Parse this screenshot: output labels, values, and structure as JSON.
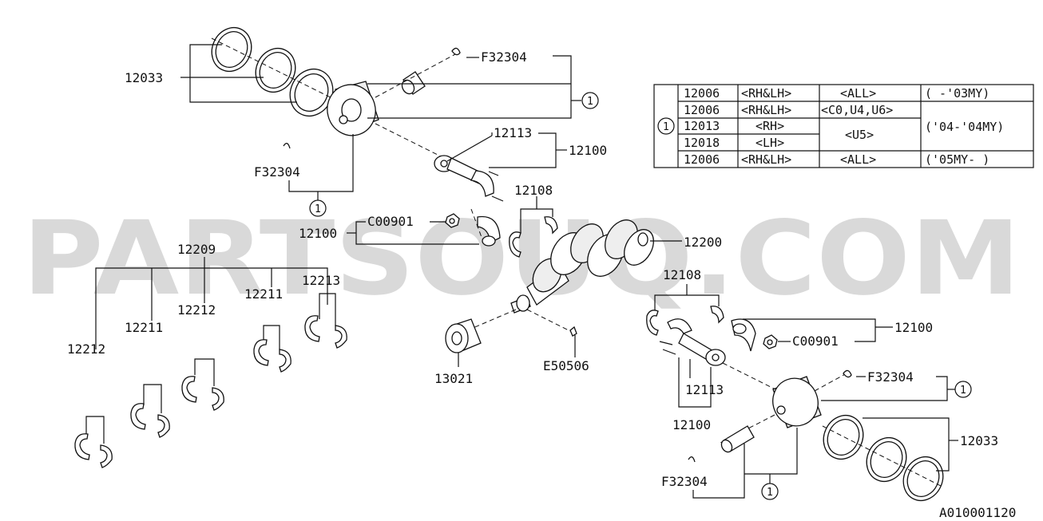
{
  "watermark": "PARTSOUQ.COM",
  "figure_code": "A010001120",
  "callout": "1",
  "labels": {
    "rings_top": "12033",
    "pin_clip_top": "F32304",
    "pin_clip_top_left": "F32304",
    "rod_bolt": "12113",
    "rod_assy_top": "12100",
    "rod_bearing_top": "12108",
    "rod_nut_top": "C00901",
    "rod_assy_mid": "12100",
    "crankshaft": "12200",
    "main_bearing_set": "12209",
    "main_bearing_a": "12212",
    "main_bearing_b": "12211",
    "main_bearing_c": "12212",
    "main_bearing_d": "12211",
    "main_bearing_e": "12213",
    "pulley": "13021",
    "key": "E50506",
    "rod_bearing_bottom": "12108",
    "rod_nut_bottom": "C00901",
    "rod_assy_right": "12100",
    "rod_bolt_bottom": "12113",
    "rod_assy_bottom": "12100",
    "pin_clip_bottom": "F32304",
    "rings_bottom": "12033",
    "pin_clip_bottom_left": "F32304"
  },
  "piston_table": {
    "rows": [
      [
        "12006",
        "<RH&LH>",
        "<ALL>",
        "( -'03MY)"
      ],
      [
        "12006",
        "<RH&LH>",
        "<C0,U4,U6>",
        "('04-'04MY)"
      ],
      [
        "12013",
        "<RH>",
        "<U5>",
        ""
      ],
      [
        "12018",
        "<LH>",
        "",
        ""
      ],
      [
        "12006",
        "<RH&LH>",
        "<ALL>",
        "('05MY- )"
      ]
    ]
  }
}
